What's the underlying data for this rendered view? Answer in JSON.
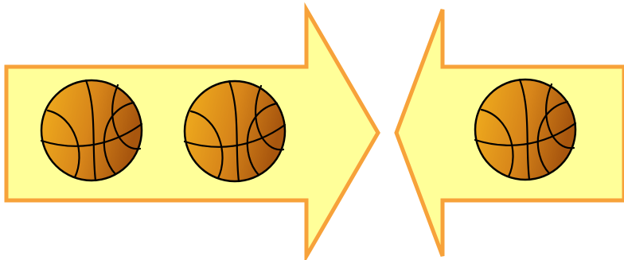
{
  "colors": {
    "arrow_fill": "#FFFF99",
    "arrow_stroke": "#F7A23A",
    "ball_light": "#F2B01E",
    "ball_mid": "#D8861A",
    "ball_dark": "#A8560E",
    "ball_line": "#000000"
  },
  "arrows": [
    {
      "name": "left-arrow",
      "direction": "right",
      "ball_count": 2
    },
    {
      "name": "right-arrow",
      "direction": "left",
      "ball_count": 1
    }
  ],
  "balls": [
    {
      "name": "basketball-1",
      "icon": "basketball-icon",
      "arrow": "left-arrow"
    },
    {
      "name": "basketball-2",
      "icon": "basketball-icon",
      "arrow": "left-arrow"
    },
    {
      "name": "basketball-3",
      "icon": "basketball-icon",
      "arrow": "right-arrow"
    }
  ]
}
